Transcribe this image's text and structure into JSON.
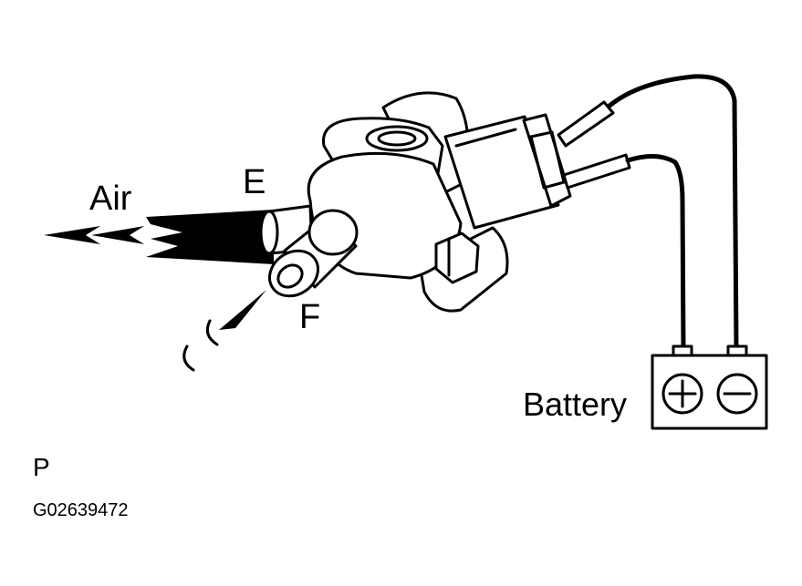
{
  "labels": {
    "air": "Air",
    "port_e": "E",
    "port_f": "F",
    "battery": "Battery",
    "view": "P",
    "figure_code": "G02639472"
  },
  "icons": {
    "battery_positive": "plus-terminal-icon",
    "battery_negative": "minus-terminal-icon",
    "airflow": "airflow-arrow-icon"
  },
  "colors": {
    "ink": "#000000",
    "paper": "#ffffff"
  }
}
